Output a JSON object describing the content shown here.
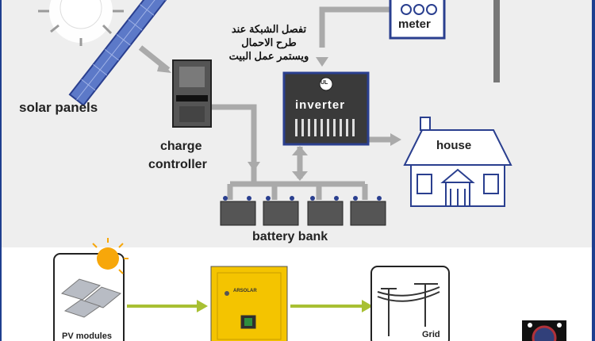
{
  "top_diagram": {
    "solar_panels": "solar panels",
    "charge_controller_line1": "charge",
    "charge_controller_line2": "controller",
    "inverter": "inverter",
    "inverter_badge": "UL",
    "meter": "meter",
    "house": "house",
    "battery_bank": "battery bank",
    "arabic_note": [
      "تفصل الشبكة عند",
      "طرح الاحمال",
      "ويستمر عمل البيت"
    ]
  },
  "bottom_diagram": {
    "pv_modules": "PV modules",
    "inverter_brand": "ARSOLAR",
    "grid": "Grid"
  },
  "colors": {
    "connector": "#aaaaaa",
    "panel_blue": "#5c79c8",
    "outline_blue": "#2a3f8f",
    "green_arrow": "#a8c033",
    "inverter_yellow": "#f4c400"
  }
}
